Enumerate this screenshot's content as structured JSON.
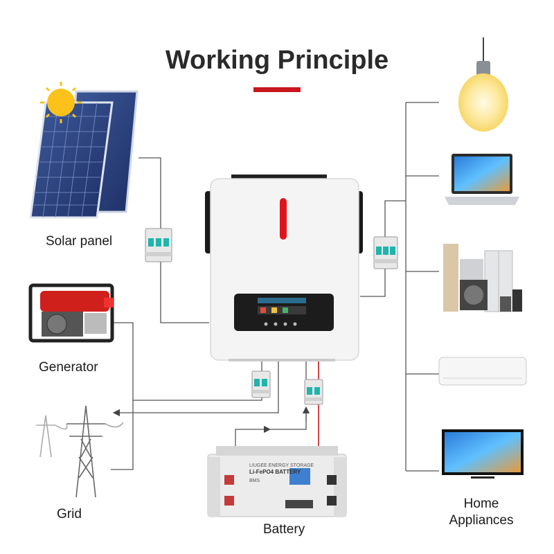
{
  "title": "Working Principle",
  "labels": {
    "solar": "Solar panel",
    "generator": "Generator",
    "grid": "Grid",
    "battery": "Battery",
    "home_line1": "Home",
    "home_line2": "Appliances"
  },
  "battery": {
    "brand_line": "LIUGEE ENERGY STORAGE",
    "type_line": "Li-FePO4 BATTERY",
    "bms": "BMS"
  },
  "colors": {
    "accent_red": "#c8161d",
    "line_gray": "#555555",
    "breaker_teal": "#1fb5ad",
    "inverter_white": "#f4f4f4"
  }
}
